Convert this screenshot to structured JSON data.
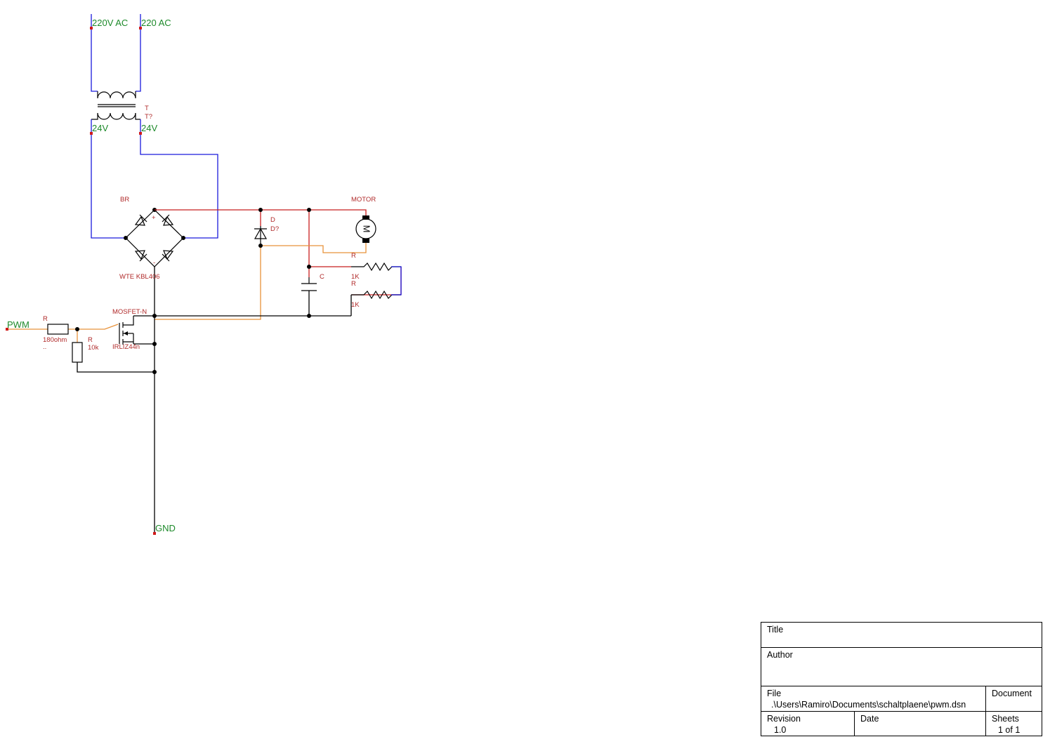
{
  "schematic": {
    "power_labels": {
      "ac_left": "220V AC",
      "ac_right": "220 AC",
      "sec_left": "24V",
      "sec_right": "24V",
      "pwm": "PWM",
      "gnd": "GND"
    },
    "transformer": {
      "ref": "T",
      "value": "T?"
    },
    "bridge": {
      "ref": "BR",
      "value": "WTE KBL406",
      "plus": "+",
      "minus": "-"
    },
    "diode": {
      "ref": "D",
      "value": "D?"
    },
    "motor": {
      "ref": "MOTOR",
      "symbol": "M"
    },
    "capacitor": {
      "ref": "C"
    },
    "resistor_top": {
      "ref": "R",
      "value": "1K"
    },
    "resistor_bottom": {
      "ref": "R",
      "value": "1K"
    },
    "resistor_gate": {
      "ref": "R",
      "value": "180ohm",
      "extra": ".."
    },
    "resistor_pulldown": {
      "ref": "R",
      "value": "10k"
    },
    "mosfet": {
      "ref": "MOSFET-N",
      "value": "IRLIZ44n"
    },
    "colors": {
      "ac_wire": "#1a1adc",
      "dc_wire": "#c81e1e",
      "signal_wire": "#e8923a",
      "ground_wire": "#000000",
      "net_label": "#1d8a2a",
      "ref_label": "#b02a2a"
    }
  },
  "title_block": {
    "title_label": "Title",
    "title_value": "",
    "author_label": "Author",
    "author_value": "",
    "file_label": "File",
    "file_value": ".\\Users\\Ramiro\\Documents\\schaltplaene\\pwm.dsn",
    "document_label": "Document",
    "document_value": "",
    "revision_label": "Revision",
    "revision_value": "1.0",
    "date_label": "Date",
    "date_value": "",
    "sheets_label": "Sheets",
    "sheets_value": "1 of 1"
  }
}
